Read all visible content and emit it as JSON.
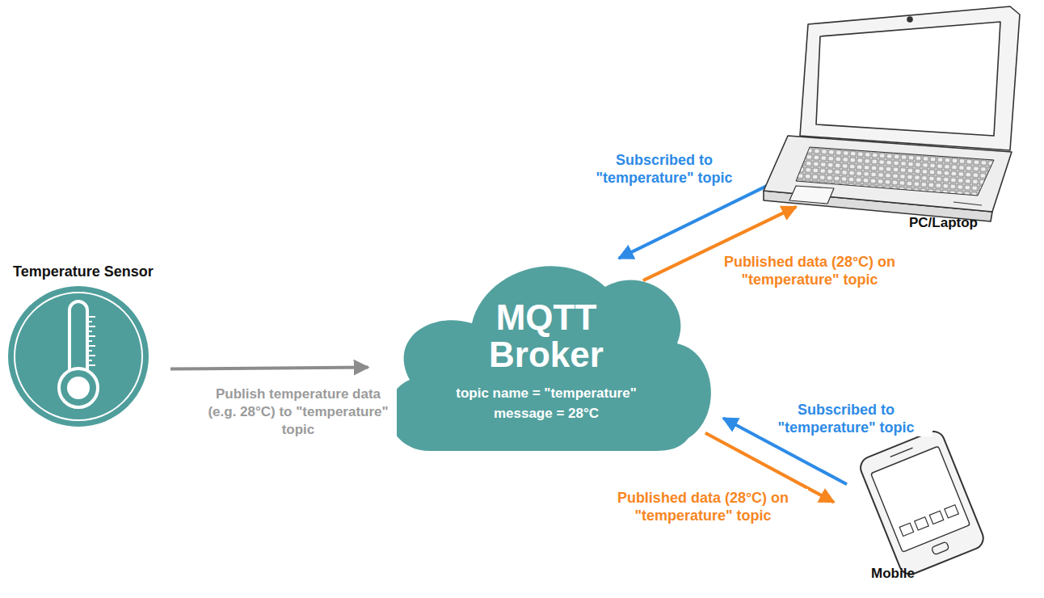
{
  "diagram": {
    "nodes": [
      {
        "text": [
          "Temperature Sensor"
        ]
      },
      {
        "text": [
          "MQTT Broker",
          "topic name = \"temperature\"",
          "message = 28°C"
        ]
      },
      {
        "text": [
          "PC/Laptop"
        ]
      },
      {
        "text": [
          "Mobile"
        ]
      }
    ],
    "edges": [
      {
        "from": 0,
        "to": 1,
        "arrow": "to",
        "label": "Publish temperature data (e.g. 28°C) to \"temperature\" topic"
      },
      {
        "from": 2,
        "to": 1,
        "arrow": "to",
        "label": "Subscribed to \"temperature\" topic"
      },
      {
        "from": 1,
        "to": 2,
        "arrow": "to",
        "label": "Published data (28°C) on \"temperature\" topic"
      },
      {
        "from": 3,
        "to": 1,
        "arrow": "to",
        "label": "Subscribed to \"temperature\" topic"
      },
      {
        "from": 1,
        "to": 3,
        "arrow": "to",
        "label": "Published data (28°C) on \"temperature\" topic"
      }
    ]
  }
}
